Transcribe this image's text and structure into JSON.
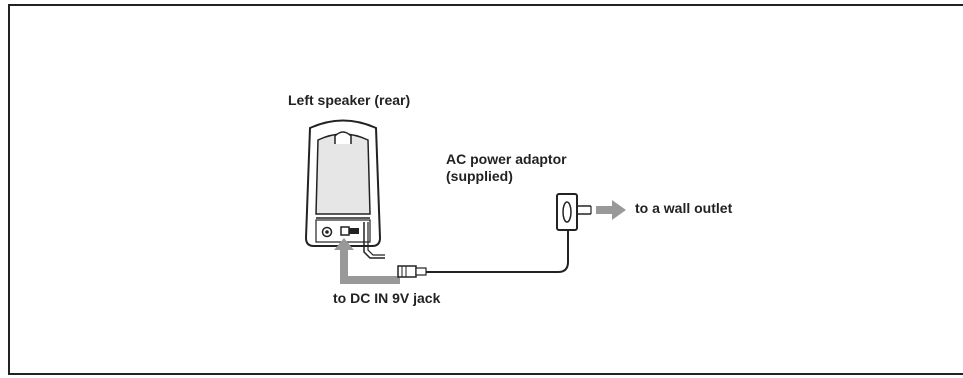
{
  "labels": {
    "speaker_rear": "Left speaker (rear)",
    "adaptor_line1": "AC power adaptor",
    "adaptor_line2": "(supplied)",
    "wall_outlet": "to a wall outlet",
    "dc_in_jack": "to DC IN 9V jack"
  },
  "colors": {
    "line": "#222222",
    "arrow": "#999999",
    "speaker_panel": "#e6e6e6"
  }
}
